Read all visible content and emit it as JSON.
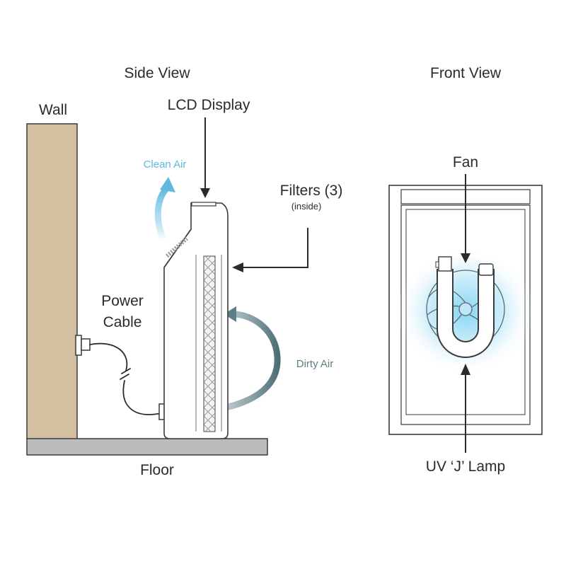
{
  "labels": {
    "side_view": "Side View",
    "front_view": "Front View",
    "wall": "Wall",
    "floor": "Floor",
    "lcd_display": "LCD Display",
    "clean_air": "Clean Air",
    "filters": "Filters (3)",
    "filters_note": "(inside)",
    "power_cable_line1": "Power",
    "power_cable_line2": "Cable",
    "dirty_air": "Dirty Air",
    "fan": "Fan",
    "uv_lamp": "UV ‘J’ Lamp"
  },
  "colors": {
    "wall": "#d2c0a1",
    "floor": "#bcbcbc",
    "outline": "#3a3a3a",
    "clean_air": "#5fb8de",
    "dirty_air": "#5f7f86",
    "uv_glow": "#7fd2f2"
  }
}
